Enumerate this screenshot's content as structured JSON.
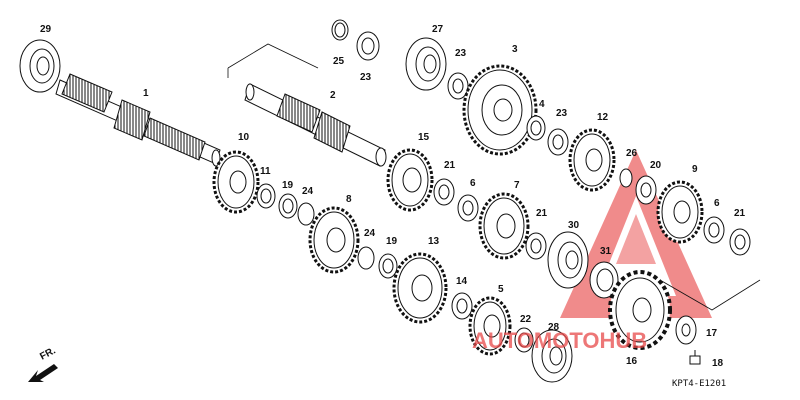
{
  "diagram": {
    "code": "KPT4-E1201",
    "front_marker": "FR.",
    "watermark": "AUTOMOTOHUB"
  },
  "colors": {
    "line": "#111111",
    "watermark": "#e84a4a"
  },
  "parts": [
    {
      "id": "p29",
      "label": "29"
    },
    {
      "id": "p1",
      "label": "1"
    },
    {
      "id": "p25",
      "label": "25"
    },
    {
      "id": "p23a",
      "label": "23"
    },
    {
      "id": "p27",
      "label": "27"
    },
    {
      "id": "p23b",
      "label": "23"
    },
    {
      "id": "p3",
      "label": "3"
    },
    {
      "id": "p2",
      "label": "2"
    },
    {
      "id": "p4",
      "label": "4"
    },
    {
      "id": "p23c",
      "label": "23"
    },
    {
      "id": "p12",
      "label": "12"
    },
    {
      "id": "p10",
      "label": "10"
    },
    {
      "id": "p15",
      "label": "15"
    },
    {
      "id": "p26",
      "label": "26"
    },
    {
      "id": "p20",
      "label": "20"
    },
    {
      "id": "p9",
      "label": "9"
    },
    {
      "id": "p11",
      "label": "11"
    },
    {
      "id": "p19a",
      "label": "19"
    },
    {
      "id": "p24a",
      "label": "24"
    },
    {
      "id": "p21a",
      "label": "21"
    },
    {
      "id": "p6a",
      "label": "6"
    },
    {
      "id": "p7",
      "label": "7"
    },
    {
      "id": "p8",
      "label": "8"
    },
    {
      "id": "p21b",
      "label": "21"
    },
    {
      "id": "p6b",
      "label": "6"
    },
    {
      "id": "p21c",
      "label": "21"
    },
    {
      "id": "p30",
      "label": "30"
    },
    {
      "id": "p24b",
      "label": "24"
    },
    {
      "id": "p19b",
      "label": "19"
    },
    {
      "id": "p13",
      "label": "13"
    },
    {
      "id": "p31",
      "label": "31"
    },
    {
      "id": "p14",
      "label": "14"
    },
    {
      "id": "p5",
      "label": "5"
    },
    {
      "id": "p22",
      "label": "22"
    },
    {
      "id": "p28",
      "label": "28"
    },
    {
      "id": "p17",
      "label": "17"
    },
    {
      "id": "p16",
      "label": "16"
    },
    {
      "id": "p18",
      "label": "18"
    }
  ]
}
